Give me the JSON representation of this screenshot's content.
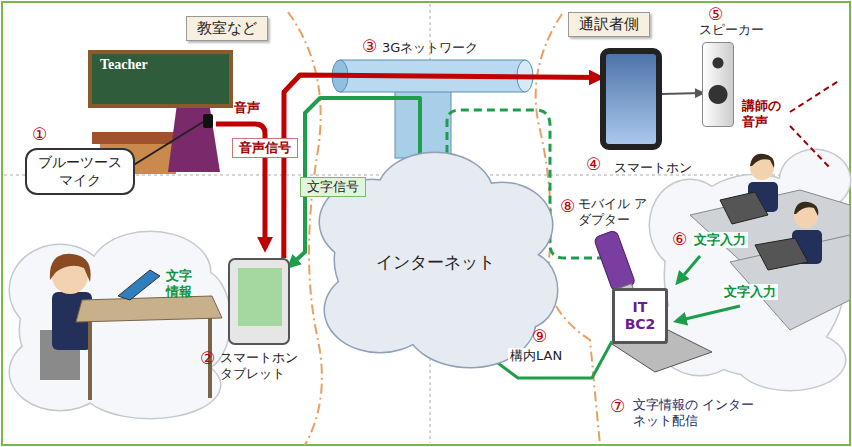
{
  "diagram": {
    "nodes": [
      {
        "text": [
          "教室など"
        ]
      },
      {
        "text": [
          "通訳者側"
        ]
      },
      {
        "text": [
          "Teacher"
        ]
      },
      {
        "text": [
          "ブルーツース マイク"
        ]
      },
      {
        "text": [
          "インターネット"
        ]
      },
      {
        "text": [
          "スマートホン タブレット"
        ]
      },
      {
        "text": [
          "スマートホン"
        ]
      },
      {
        "text": [
          "スピーカー"
        ]
      },
      {
        "text": [
          "IT BC2",
          "文字情報の インターネット配信"
        ]
      }
    ],
    "edges": [
      {
        "from": 5,
        "to": 6,
        "arrow": "to"
      },
      {
        "from": 4,
        "to": 5,
        "label": "文字信号",
        "arrow": "to"
      },
      {
        "from": 8,
        "to": 4,
        "arrow": "to"
      },
      {
        "from": 6,
        "to": 7,
        "arrow": "to"
      }
    ],
    "labels": [
      "①",
      "音声",
      "音声信号",
      "②",
      "文字 情報",
      "③",
      "3Gネットワーク",
      "④",
      "⑤",
      "講師の 音声",
      "⑥",
      "文字入力",
      "文字入力",
      "⑧",
      "モバイル アダプター",
      "⑨",
      "構内LAN",
      "⑦"
    ]
  }
}
